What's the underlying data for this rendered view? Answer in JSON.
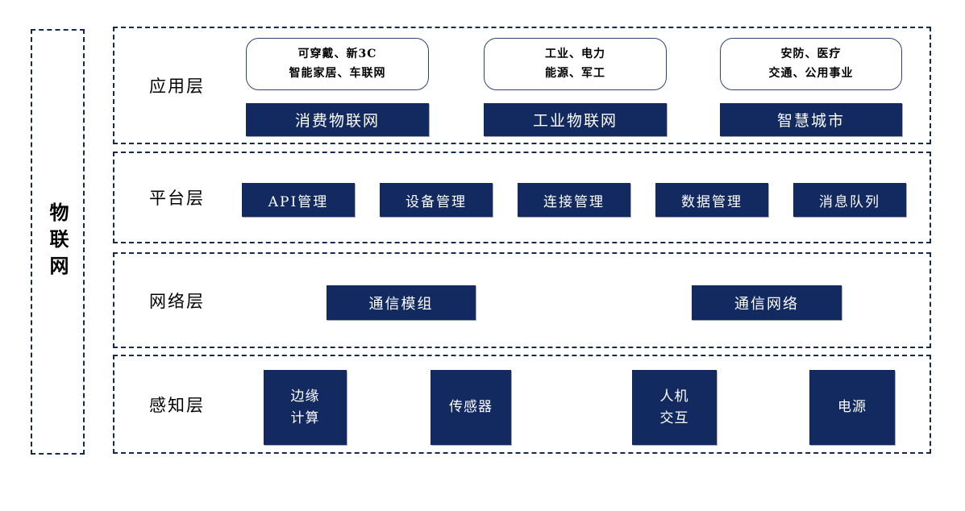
{
  "sidebar": {
    "label": "物联网"
  },
  "layers": {
    "application": {
      "label": "应用层",
      "groups": [
        {
          "tag_lines": [
            "可穿戴、新3C",
            "智能家居、车联网"
          ],
          "bar": "消费物联网"
        },
        {
          "tag_lines": [
            "工业、电力",
            "能源、军工"
          ],
          "bar": "工业物联网"
        },
        {
          "tag_lines": [
            "安防、医疗",
            "交通、公用事业"
          ],
          "bar": "智慧城市"
        }
      ]
    },
    "platform": {
      "label": "平台层",
      "boxes": [
        "API管理",
        "设备管理",
        "连接管理",
        "数据管理",
        "消息队列"
      ]
    },
    "network": {
      "label": "网络层",
      "boxes": [
        "通信模组",
        "通信网络"
      ]
    },
    "perception": {
      "label": "感知层",
      "boxes": [
        [
          "边缘",
          "计算"
        ],
        [
          "传感器"
        ],
        [
          "人机",
          "交互"
        ],
        [
          "电源"
        ]
      ]
    }
  },
  "colors": {
    "navy": "#122a60",
    "dash": "#16294f",
    "tag_border": "#2b456f"
  }
}
